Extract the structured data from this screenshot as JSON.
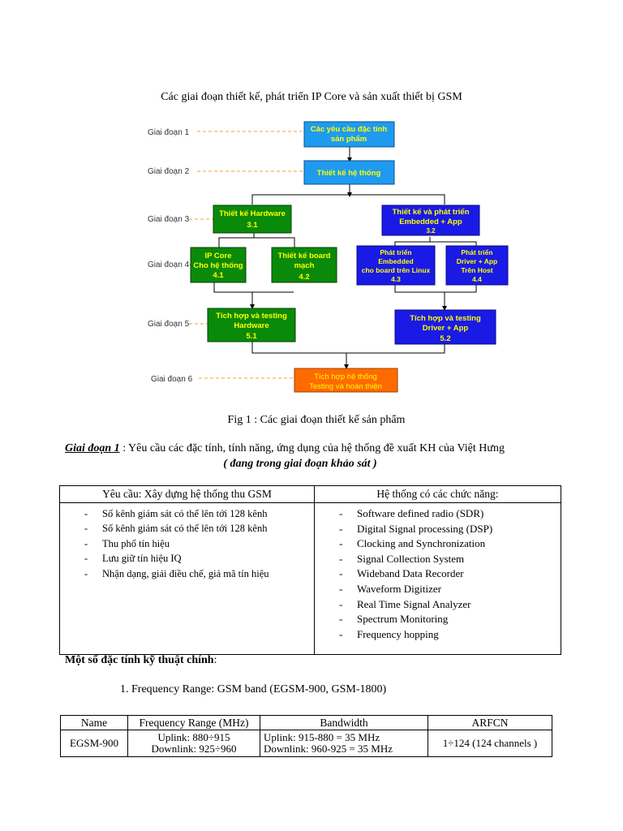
{
  "title": "Các giai đoạn thiết kế, phát triển IP Core và sản xuất thiết bị GSM",
  "diagram": {
    "stages": [
      "Giai đoạn 1",
      "Giai đoạn 2",
      "Giai đoạn 3",
      "Giai đoạn 4",
      "Giai đoạn 5",
      "Giai đoạn 6"
    ],
    "nodes": {
      "req": [
        "Các yêu cầu đặc tính",
        "sản phẩm"
      ],
      "sys": [
        "Thiết kế hệ thống"
      ],
      "hw": [
        "Thiết kế Hardware",
        "3.1"
      ],
      "sw": [
        "Thiết kế và phát triển",
        "Embedded + App",
        "3.2"
      ],
      "ipcore": [
        "IP Core",
        "Cho hệ thống",
        "4.1"
      ],
      "board": [
        "Thiết kế board",
        "mạch",
        "4.2"
      ],
      "embedded": [
        "Phát triển",
        "Embedded",
        "cho board trên Linux",
        "4.3"
      ],
      "driver": [
        "Phát triển",
        "Driver + App",
        "Trên Host",
        "4.4"
      ],
      "hwtest": [
        "Tích hợp và testing",
        "Hardware",
        "5.1"
      ],
      "swtest": [
        "Tích hợp và testing",
        "Driver + App",
        "5.2"
      ],
      "final": [
        "Tích hợp hệ thống",
        "Testing và hoàn thiện"
      ]
    },
    "colors": {
      "light_blue": "#1e9bf0",
      "green": "#0a8a0a",
      "dark_blue": "#1a1ae6",
      "orange": "#ff6a00",
      "yellow_text": "#ffff00",
      "dash_orange": "#f0a030"
    }
  },
  "fig_caption": "Fig 1 : Các giai đoạn thiết kế sản phẩm",
  "stage1": {
    "label": "Giai đoạn 1",
    "text": " :  Yêu cầu các đặc tính, tính năng, ứng dụng của hệ thống đề xuất KH của Việt Hưng",
    "status": "( đang trong giai đoạn khảo sát )"
  },
  "requirements_table": {
    "left_header": "Yêu cầu: Xây dựng hệ thống thu GSM",
    "right_header": "Hệ thống có các chức năng:",
    "left_items": [
      "Số kênh giám sát có thể lên tới 128 kênh",
      "Số kênh giám sát có thể lên tới 128 kênh",
      "Thu phổ tín hiệu",
      "Lưu giữ tín hiệu IQ",
      "Nhận dạng, giải điều chế, giả mã tín hiệu"
    ],
    "right_items": [
      "Software defined radio (SDR)",
      "Digital Signal processing (DSP)",
      "Clocking and Synchronization",
      "Signal Collection System",
      "Wideband Data Recorder",
      "Waveform Digitizer",
      "Real Time Signal Analyzer",
      "Spectrum Monitoring",
      "Frequency hopping"
    ]
  },
  "tech_heading": {
    "bold": "Một số đặc tính kỹ thuật chính",
    "suffix": ":"
  },
  "freq_item": "1.    Frequency Range: GSM band (EGSM-900, GSM-1800)",
  "freq_table": {
    "headers": [
      "Name",
      "Frequency Range (MHz)",
      "Bandwidth",
      "ARFCN"
    ],
    "row": {
      "name": "EGSM-900",
      "range_uplink": "Uplink: 880÷915",
      "range_downlink": "Downlink: 925÷960",
      "bw_uplink": "Uplink: 915-880 = 35 MHz",
      "bw_downlink": "Downlink: 960-925 = 35 MHz",
      "arfcn": "1÷124 (124 channels )"
    }
  }
}
